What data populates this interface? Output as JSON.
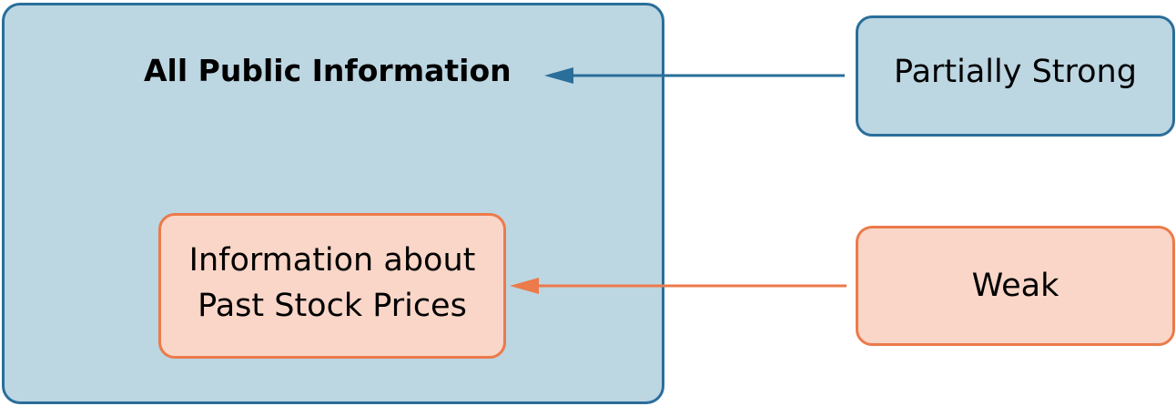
{
  "outer_box": {
    "title": "All Public Information"
  },
  "inner_box": {
    "line1": "Information about",
    "line2": "Past Stock Prices"
  },
  "strong_box": {
    "label": "Partially Strong"
  },
  "weak_box": {
    "label": "Weak"
  },
  "colors": {
    "blue_fill": "#bcd6e2",
    "blue_stroke": "#2a6e9a",
    "orange_fill": "#f9d6c8",
    "orange_stroke": "#ec7a4a"
  }
}
